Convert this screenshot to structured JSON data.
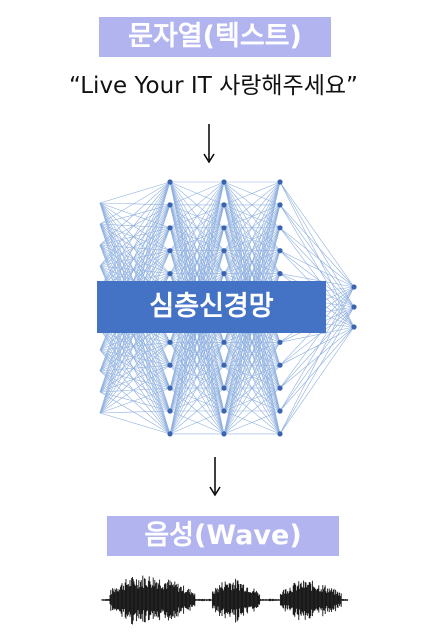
{
  "input": {
    "label": "문자열(텍스트)",
    "text": "“Live Your IT 사랑해주세요”"
  },
  "model": {
    "label": "심층신경망"
  },
  "output": {
    "label": "음성(Wave)"
  },
  "colors": {
    "label_bg": "#b2b4f0",
    "model_bg": "#4472c4",
    "network_line": "#8fb0e0",
    "network_node": "#3a64b0"
  }
}
